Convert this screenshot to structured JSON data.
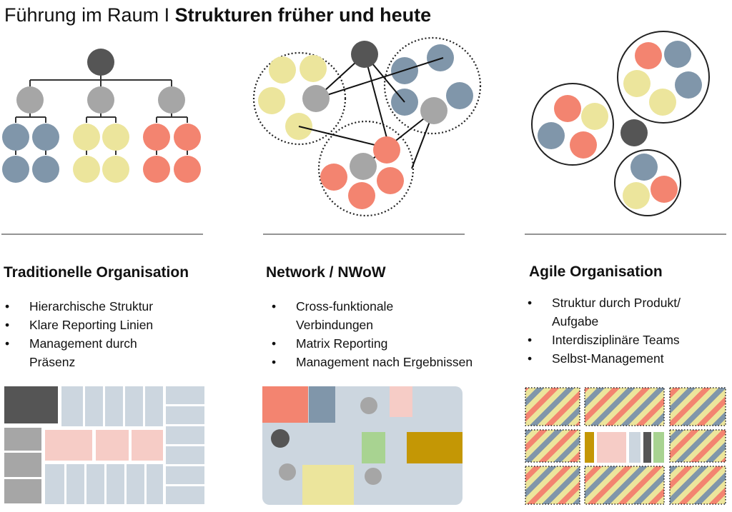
{
  "header": {
    "title_prefix": "Führung im Raum I ",
    "title_bold": "Strukturen früher und heute"
  },
  "columns": [
    {
      "heading": "Traditionelle Organisation",
      "bullets": [
        "Hierarchische Struktur",
        "Klare Reporting Linien",
        "Management durch Präsenz"
      ]
    },
    {
      "heading": "Network / NWoW",
      "bullets": [
        "Cross-funktionale Verbindungen",
        "Matrix Reporting",
        "Management nach Ergebnissen"
      ]
    },
    {
      "heading": "Agile Organisation",
      "bullets": [
        "Struktur durch Produkt/ Aufgabe",
        "Interdisziplinäre Teams",
        "Selbst-Management"
      ]
    }
  ],
  "colors": {
    "dark": "#555555",
    "grey": "#a6a6a6",
    "blue": "#8096aa",
    "yellow": "#ece59c",
    "red": "#f38470",
    "pale_blue": "#ccd6df",
    "pale_red": "#f6ccc6",
    "green": "#a8d391",
    "gold": "#c49705"
  }
}
